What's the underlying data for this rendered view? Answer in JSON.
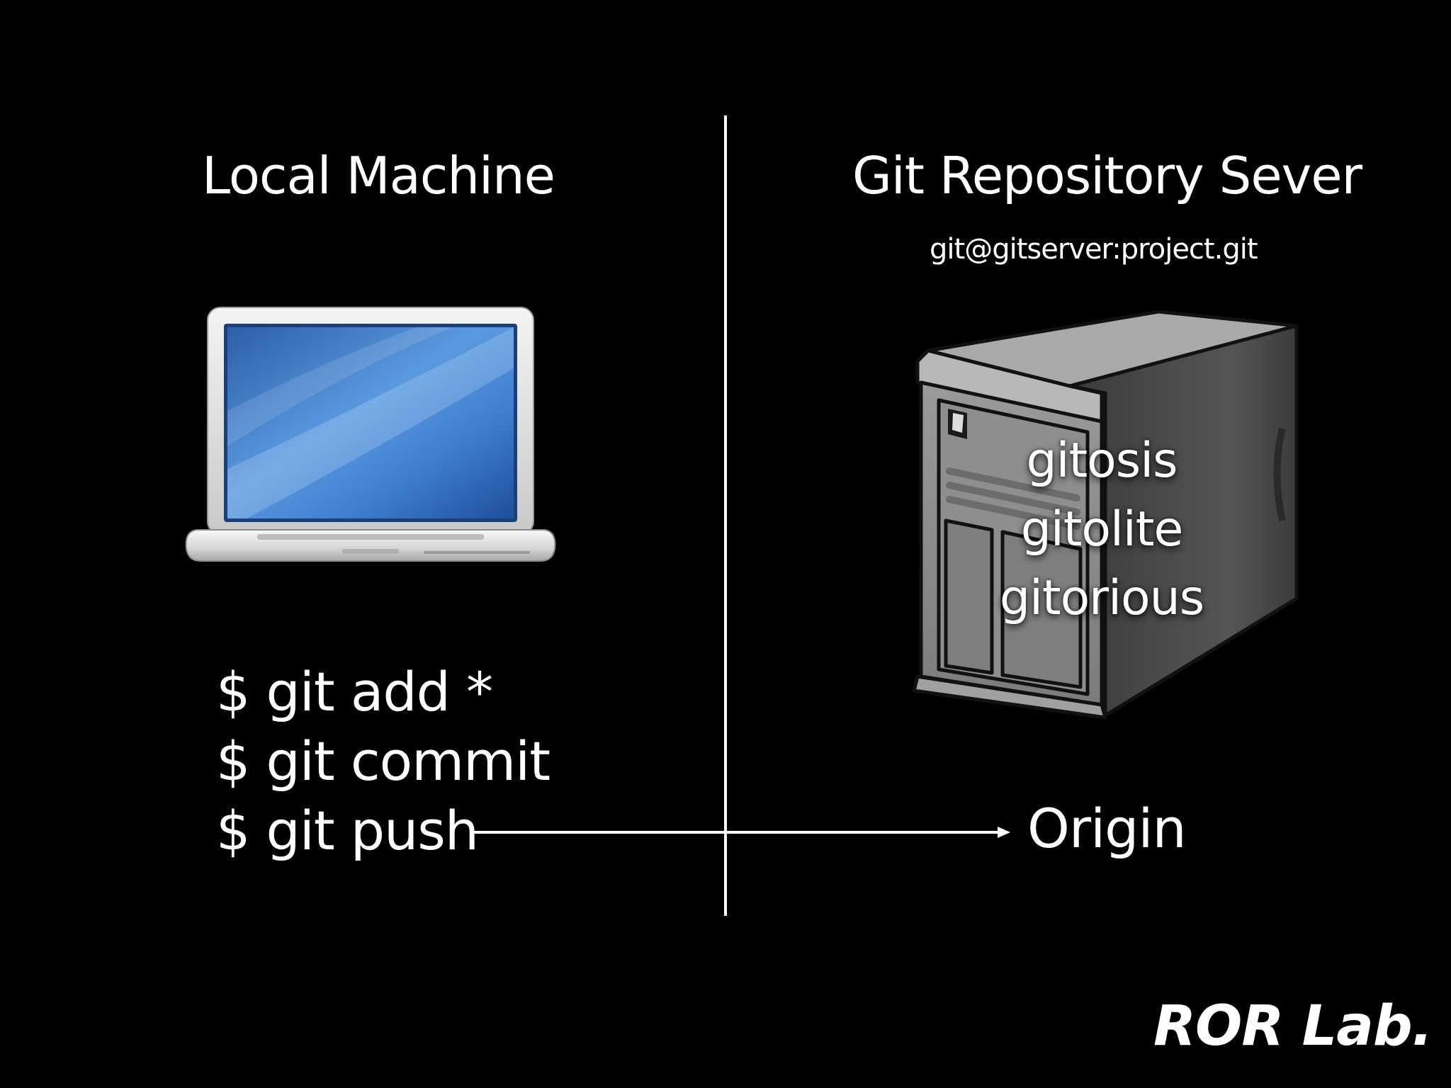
{
  "left_panel": {
    "heading": "Local Machine",
    "commands": [
      "$ git add *",
      "$ git commit",
      "$ git push"
    ]
  },
  "right_panel": {
    "heading": "Git Repository Sever",
    "address": "git@gitserver:project.git",
    "server_software": [
      "gitosis",
      "gitolite",
      "gitorious"
    ],
    "remote_name": "Origin"
  },
  "logo": "ROR Lab.",
  "colors": {
    "background": "#000000",
    "text": "#ffffff",
    "screen_blue": "#3b78c8"
  },
  "icons": {
    "laptop": "laptop-icon",
    "server": "server-tower-icon",
    "arrow": "arrow-right-icon"
  }
}
